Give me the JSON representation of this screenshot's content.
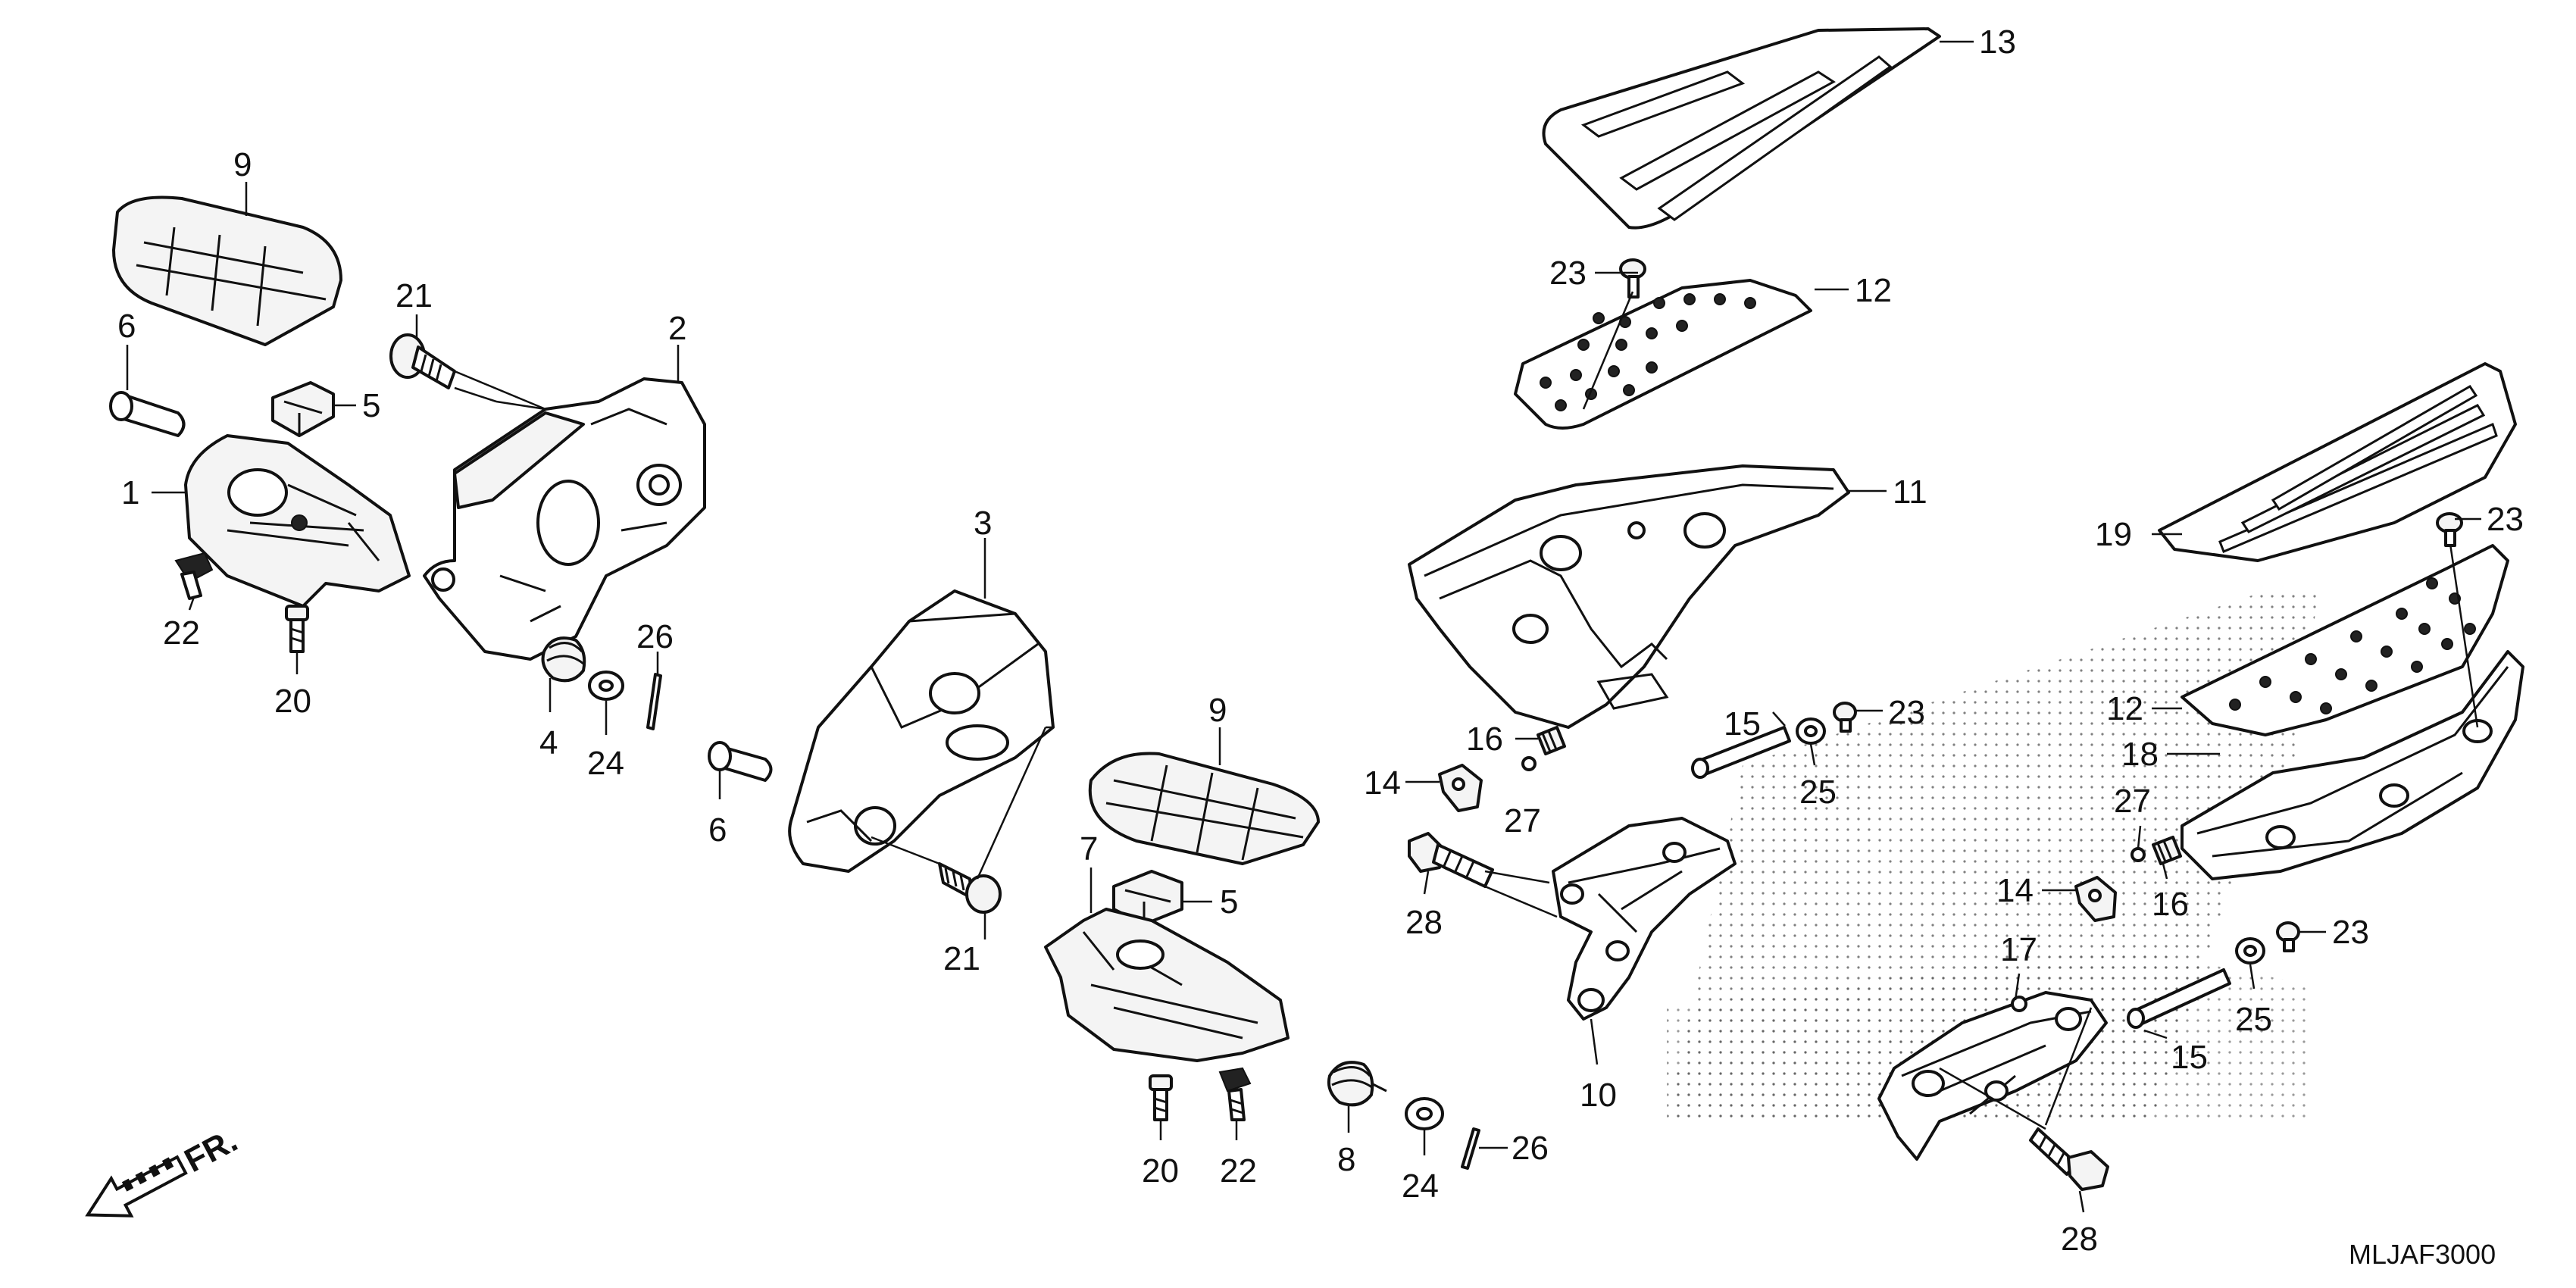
{
  "diagram_code": "MLJAF3000",
  "front_marker": "FR.",
  "callouts": {
    "c1": "1",
    "c2": "2",
    "c3": "3",
    "c4": "4",
    "c5a": "5",
    "c5b": "5",
    "c6a": "6",
    "c6b": "6",
    "c7": "7",
    "c8": "8",
    "c9a": "9",
    "c9b": "9",
    "c10": "10",
    "c11": "11",
    "c12a": "12",
    "c12b": "12",
    "c13": "13",
    "c14a": "14",
    "c14b": "14",
    "c15a": "15",
    "c15b": "15",
    "c16a": "16",
    "c16b": "16",
    "c17": "17",
    "c18": "18",
    "c19": "19",
    "c20a": "20",
    "c20b": "20",
    "c21a": "21",
    "c21b": "21",
    "c22a": "22",
    "c22b": "22",
    "c23a": "23",
    "c23b": "23",
    "c23c": "23",
    "c23d": "23",
    "c24a": "24",
    "c24b": "24",
    "c25a": "25",
    "c25b": "25",
    "c26a": "26",
    "c26b": "26",
    "c27a": "27",
    "c27b": "27",
    "c28a": "28",
    "c28b": "28"
  }
}
